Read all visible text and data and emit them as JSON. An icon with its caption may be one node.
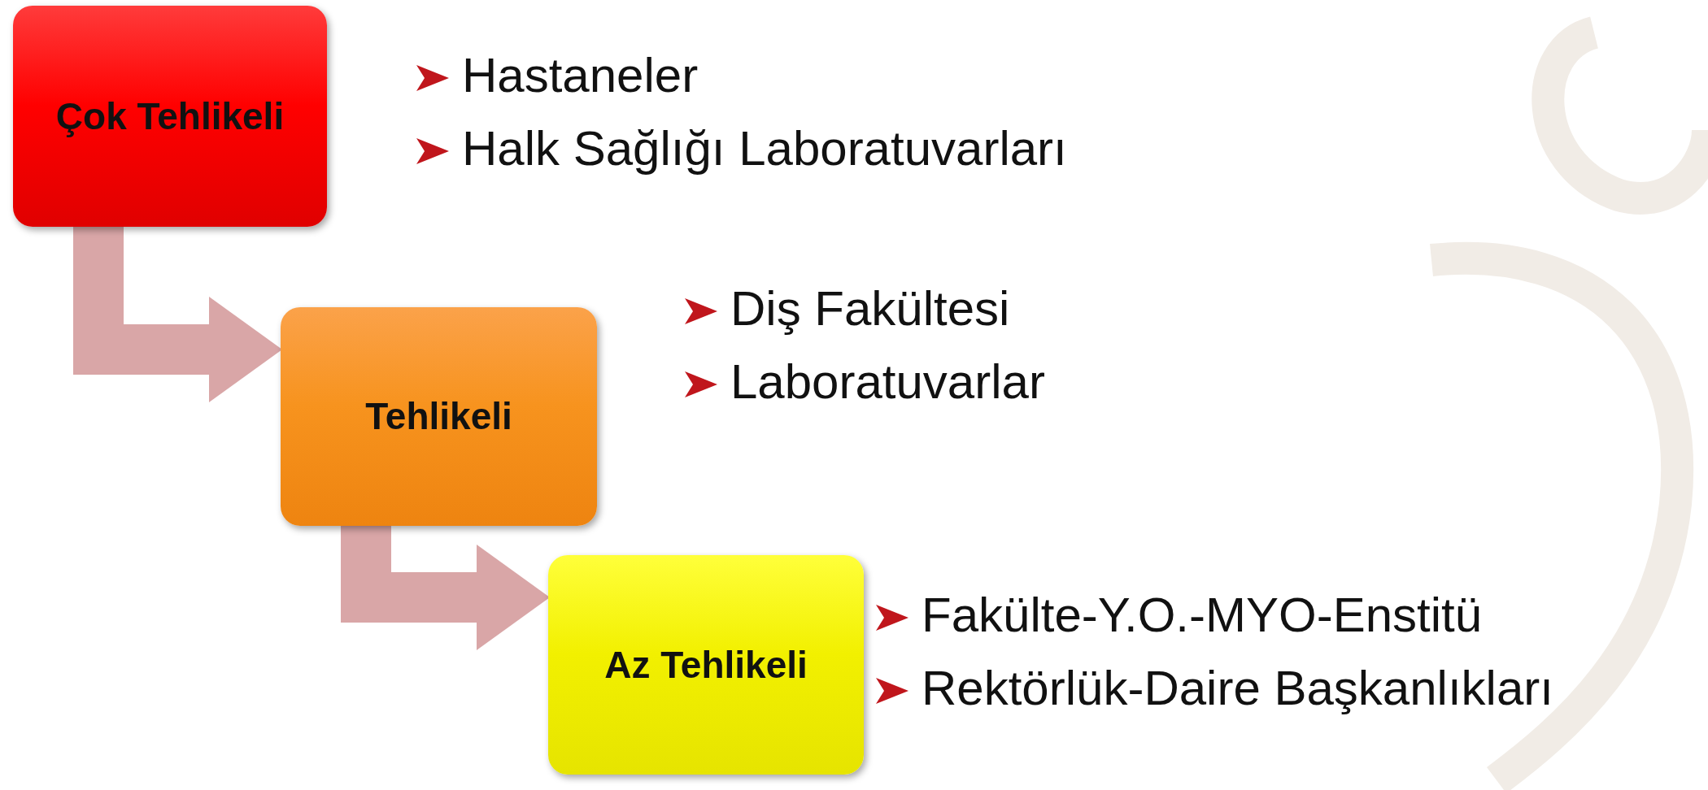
{
  "diagram": {
    "nodes": [
      {
        "text": [
          "Çok Tehlikeli"
        ],
        "beside": [
          "Hastaneler",
          "Halk Sağlığı Laboratuvarları"
        ]
      },
      {
        "text": [
          "Tehlikeli"
        ],
        "beside": [
          "Diş Fakültesi",
          "Laboratuvarlar"
        ]
      },
      {
        "text": [
          "Az Tehlikeli"
        ],
        "beside": [
          "Fakülte-Y.O.-MYO-Enstitü",
          "Rektörlük-Daire Başkanlıkları"
        ]
      }
    ],
    "edges": [
      {
        "from": 0,
        "to": 1,
        "arrow": "to"
      },
      {
        "from": 1,
        "to": 2,
        "arrow": "to"
      }
    ]
  }
}
